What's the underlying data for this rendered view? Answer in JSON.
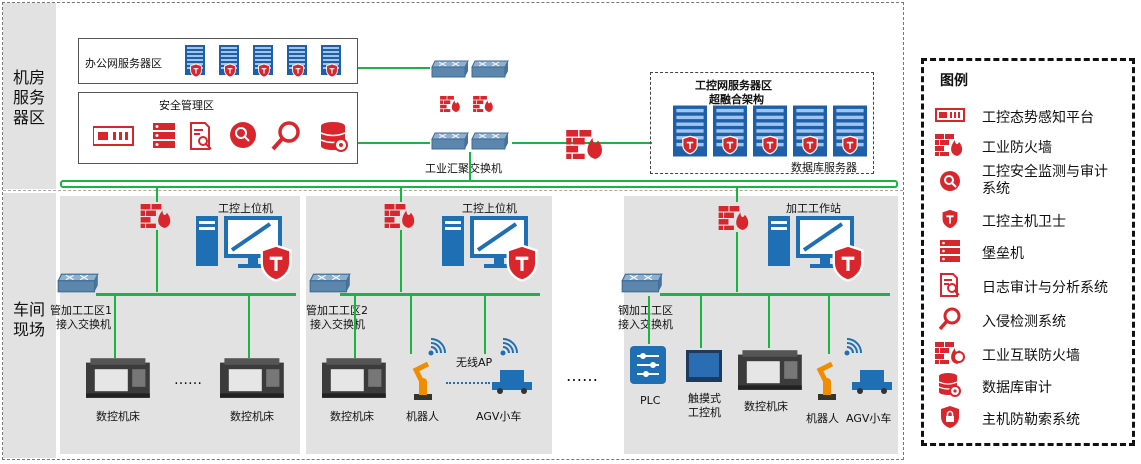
{
  "zones": {
    "server_room": "机房\n服务\n器区",
    "workshop": "车间\n现场"
  },
  "office_zone": {
    "title": "办公网服务器区"
  },
  "security_zone": {
    "title": "安全管理区"
  },
  "core_switch": {
    "label": "工业汇聚交换机"
  },
  "ics_server_zone": {
    "title_line1": "工控网服务器区",
    "title_line2": "超融合架构",
    "db_label": "数据库服务器"
  },
  "areas": [
    {
      "host_label": "工控上位机",
      "switch_label_line1": "管加工工区1",
      "switch_label_line2": "接入交换机",
      "machines": [
        "数控机床",
        "数控机床"
      ],
      "dots": "……"
    },
    {
      "host_label": "工控上位机",
      "switch_label_line1": "管加工工区2",
      "switch_label_line2": "接入交换机",
      "machine": "数控机床",
      "robot": "机器人",
      "agv": "AGV小车",
      "ap": "无线AP"
    },
    {
      "host_label": "加工工作站",
      "switch_label_line1": "钢加工工区",
      "switch_label_line2": "接入交换机",
      "plc": "PLC",
      "touch_line1": "触摸式",
      "touch_line2": "工控机",
      "machine": "数控机床",
      "robot": "机器人",
      "agv": "AGV小车"
    }
  ],
  "middle_dots": "……",
  "legend": {
    "title": "图例",
    "items": [
      {
        "icon": "situational-awareness-icon",
        "label": "工控态势感知平台"
      },
      {
        "icon": "industrial-firewall-icon",
        "label": "工业防火墙"
      },
      {
        "icon": "monitor-audit-icon",
        "label": "工控安全监测与审计\n系统"
      },
      {
        "icon": "host-guard-icon",
        "label": "工控主机卫士"
      },
      {
        "icon": "bastion-host-icon",
        "label": "堡垒机"
      },
      {
        "icon": "log-audit-icon",
        "label": "日志审计与分析系统"
      },
      {
        "icon": "ids-icon",
        "label": "入侵检测系统"
      },
      {
        "icon": "interconnect-firewall-icon",
        "label": "工业互联防火墙"
      },
      {
        "icon": "db-audit-icon",
        "label": "数据库审计"
      },
      {
        "icon": "anti-ransomware-icon",
        "label": "主机防勒索系统"
      }
    ]
  },
  "colors": {
    "red": "#d9262c",
    "blue": "#1f6fb5",
    "green": "#18b543"
  }
}
